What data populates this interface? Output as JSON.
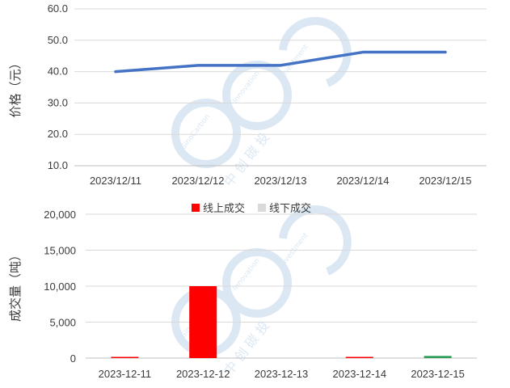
{
  "chart_data": [
    {
      "type": "line",
      "x": [
        "2023/12/11",
        "2023/12/12",
        "2023/12/13",
        "2023/12/14",
        "2023/12/15"
      ],
      "series": [
        {
          "values": [
            40.0,
            42.0,
            42.0,
            46.2,
            46.2
          ],
          "color": "#4472c4"
        }
      ],
      "ylabel": "价格（元）",
      "ylim": [
        10.0,
        60.0
      ],
      "yticks": [
        "60.0",
        "50.0",
        "40.0",
        "30.0",
        "20.0",
        "10.0"
      ],
      "grid": true
    },
    {
      "type": "bar",
      "categories": [
        "2023-12-11",
        "2023-12-12",
        "2023-12-13",
        "2023-12-14",
        "2023-12-15"
      ],
      "series": [
        {
          "name": "线上成交",
          "values": [
            100,
            10000,
            0,
            100,
            300
          ],
          "color": "#ff0000"
        },
        {
          "name": "线下成交",
          "values": [
            0,
            0,
            0,
            0,
            0
          ],
          "color": "#d9d9d9"
        }
      ],
      "bar_colors": [
        "#ff0000",
        "#ff0000",
        "#ff0000",
        "#ff0000",
        "#2e9e5b"
      ],
      "ylabel": "成交量（吨）",
      "ylim": [
        0,
        20000
      ],
      "yticks": [
        "20,000",
        "15,000",
        "10,000",
        "5,000",
        "0"
      ],
      "legend": "top-center",
      "grid": true
    }
  ],
  "watermark": {
    "brand": "SinoCarbon Innovation Investment",
    "cn": "中 创 碳 投"
  }
}
